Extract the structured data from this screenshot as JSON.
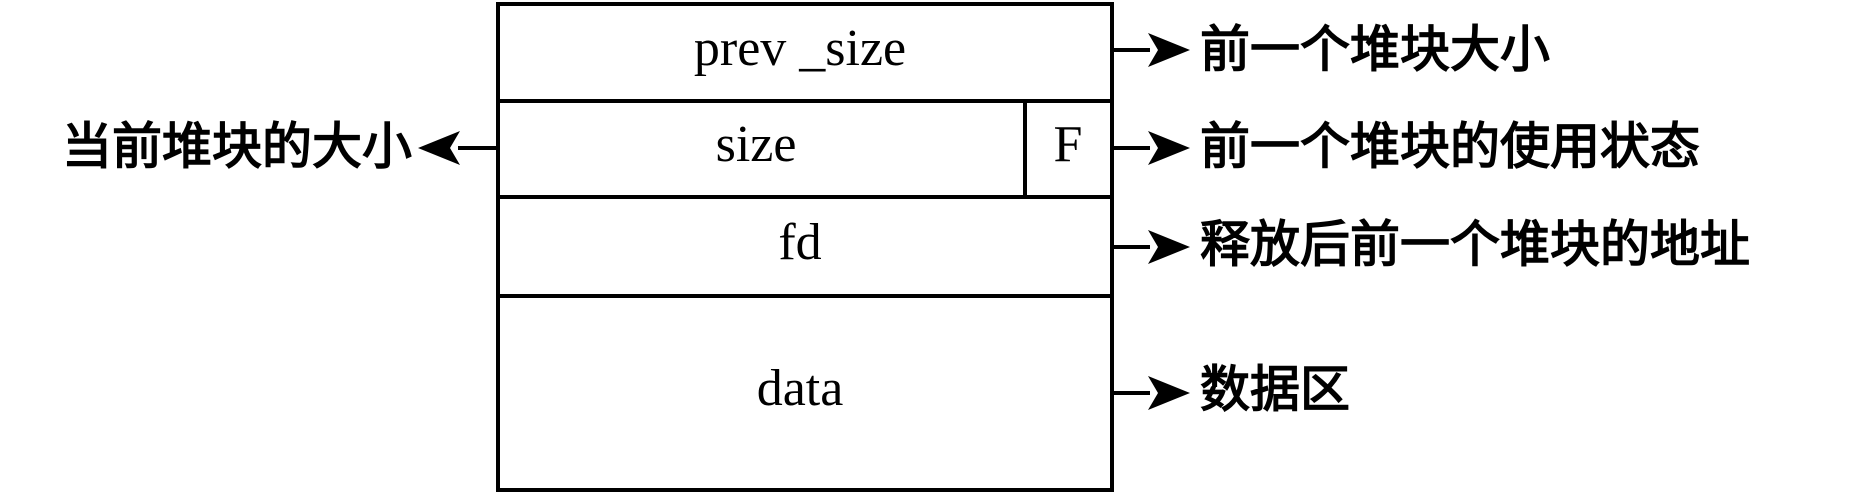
{
  "fields": {
    "prev_size": "prev _size",
    "size": "size",
    "flag": "F",
    "fd": "fd",
    "data": "data"
  },
  "annotations": {
    "left_size": "当前堆块的大小",
    "prev_size": "前一个堆块大小",
    "flag": "前一个堆块的使用状态",
    "fd": "释放后前一个堆块的地址",
    "data": "数据区"
  },
  "colors": {
    "stroke": "#000000",
    "background": "#ffffff"
  }
}
